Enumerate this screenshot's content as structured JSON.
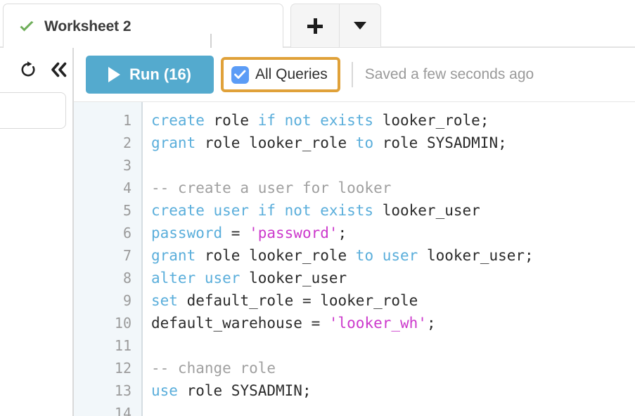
{
  "tabbar": {
    "tab": {
      "title": "Worksheet 2",
      "status_icon": "green-check-icon",
      "status_color": "#6fae5a"
    },
    "add_tab_label": "+",
    "tab_menu_label": "▼"
  },
  "leftrail": {
    "refresh_icon": "refresh-icon",
    "collapse_icon": "double-chevron-left-icon",
    "search_value": "",
    "search_placeholder": ""
  },
  "toolbar": {
    "run_label": "Run (16)",
    "run_color": "#54aace",
    "all_queries_label": "All Queries",
    "all_queries_checked": true,
    "all_queries_focus_color": "#e0a139",
    "checkbox_color": "#5b9cf6",
    "saved_status": "Saved a few seconds ago"
  },
  "editor": {
    "syntax_colors": {
      "keyword": "#5aaedb",
      "string": "#cc39cc",
      "comment": "#a0a0a0",
      "plain": "#2b2b2b",
      "gutter_bg": "#f2f7fa",
      "gutter_text": "#9b9b9b"
    },
    "line_numbers": [
      "1",
      "2",
      "3",
      "4",
      "5",
      "6",
      "7",
      "8",
      "9",
      "10",
      "11",
      "12",
      "13",
      "14"
    ],
    "lines": [
      [
        {
          "t": "create",
          "c": "kw"
        },
        {
          "t": " role ",
          "c": "pl"
        },
        {
          "t": "if not exists",
          "c": "kw"
        },
        {
          "t": " looker_role;",
          "c": "pl"
        }
      ],
      [
        {
          "t": "grant",
          "c": "kw"
        },
        {
          "t": " role looker_role ",
          "c": "pl"
        },
        {
          "t": "to",
          "c": "kw"
        },
        {
          "t": " role SYSADMIN;",
          "c": "pl"
        }
      ],
      [],
      [
        {
          "t": "-- create a user for looker",
          "c": "cmt"
        }
      ],
      [
        {
          "t": "create user if not exists",
          "c": "kw"
        },
        {
          "t": " looker_user",
          "c": "pl"
        }
      ],
      [
        {
          "t": "password",
          "c": "kw"
        },
        {
          "t": " = ",
          "c": "pl"
        },
        {
          "t": "'password'",
          "c": "str"
        },
        {
          "t": ";",
          "c": "pl"
        }
      ],
      [
        {
          "t": "grant",
          "c": "kw"
        },
        {
          "t": " role looker_role ",
          "c": "pl"
        },
        {
          "t": "to user",
          "c": "kw"
        },
        {
          "t": " looker_user;",
          "c": "pl"
        }
      ],
      [
        {
          "t": "alter user",
          "c": "kw"
        },
        {
          "t": " looker_user",
          "c": "pl"
        }
      ],
      [
        {
          "t": "set",
          "c": "kw"
        },
        {
          "t": " default_role = looker_role",
          "c": "pl"
        }
      ],
      [
        {
          "t": "default_warehouse = ",
          "c": "pl"
        },
        {
          "t": "'looker_wh'",
          "c": "str"
        },
        {
          "t": ";",
          "c": "pl"
        }
      ],
      [],
      [
        {
          "t": "-- change role",
          "c": "cmt"
        }
      ],
      [
        {
          "t": "use",
          "c": "kw"
        },
        {
          "t": " role SYSADMIN;",
          "c": "pl"
        }
      ],
      []
    ]
  }
}
